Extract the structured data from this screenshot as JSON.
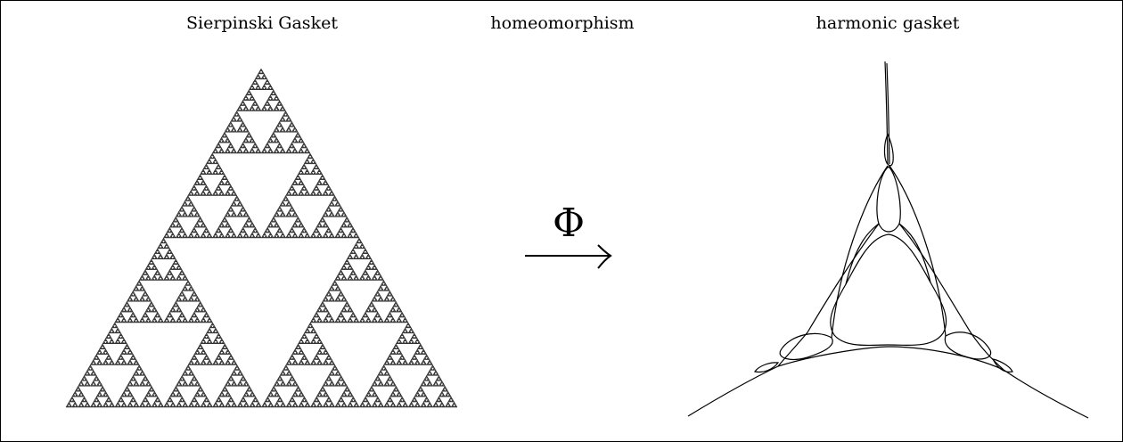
{
  "labels": {
    "left_title": "Sierpinski Gasket",
    "middle_title": "homeomorphism",
    "right_title": "harmonic gasket",
    "map_symbol": "Φ"
  },
  "style": {
    "ink_color": "#000000",
    "background": "#ffffff",
    "sierpinski_fill": "#4a4a4a"
  },
  "sierpinski": {
    "recursion_depth": 7
  }
}
